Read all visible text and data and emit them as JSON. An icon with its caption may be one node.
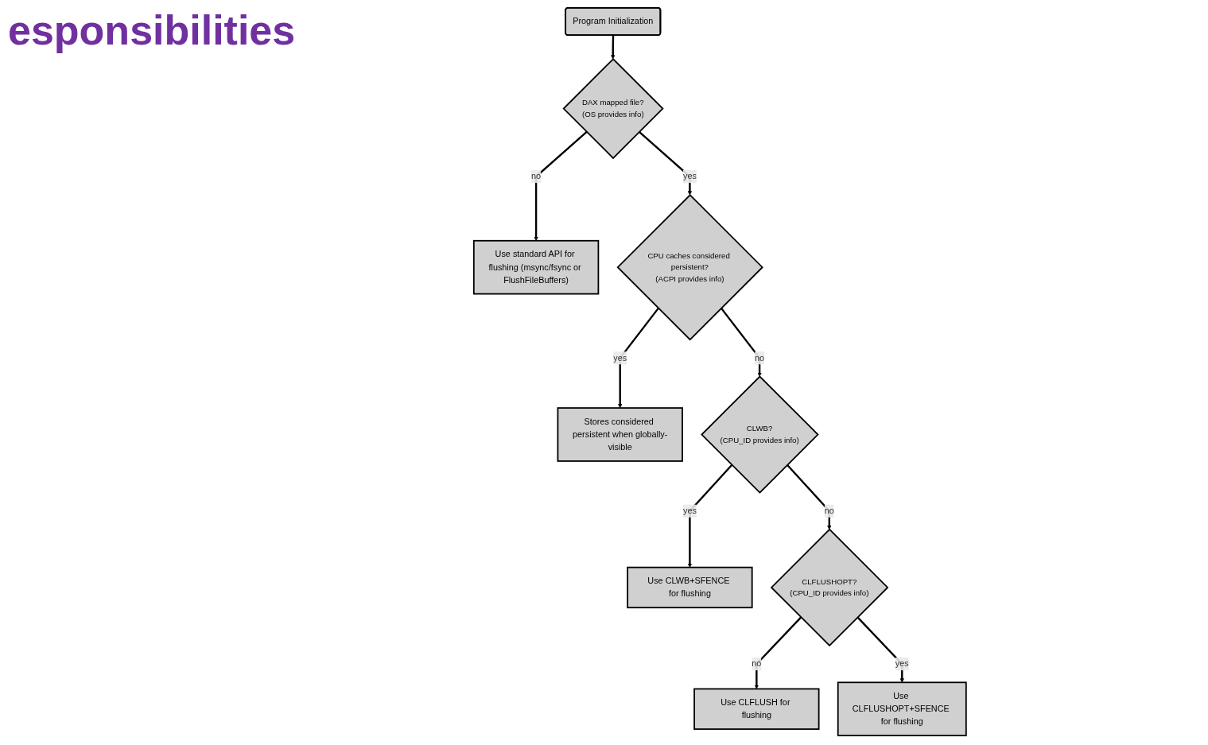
{
  "diagram": {
    "title": "esponsibilities",
    "nodes": [
      {
        "text": [
          "Program Initialization"
        ]
      },
      {
        "text": [
          "DAX mapped file?",
          "(OS provides info)"
        ]
      },
      {
        "text": [
          "Use standard API for flushing (msync/fsync or FlushFileBuffers)"
        ]
      },
      {
        "text": [
          "CPU caches considered persistent?",
          "(ACPI provides info)"
        ]
      },
      {
        "text": [
          "Stores considered persistent when globally-visible"
        ]
      },
      {
        "text": [
          "CLWB?",
          "(CPU_ID provides info)"
        ]
      },
      {
        "text": [
          "Use CLWB+SFENCE for flushing"
        ]
      },
      {
        "text": [
          "CLFLUSHOPT?",
          "(CPU_ID provides info)"
        ]
      },
      {
        "text": [
          "Use CLFLUSH for flushing"
        ]
      },
      {
        "text": [
          "Use CLFLUSHOPT+SFENCE for flushing"
        ]
      }
    ],
    "edges": [
      {
        "from": 0,
        "to": 1,
        "arrow": "to"
      },
      {
        "from": 1,
        "to": 2,
        "arrow": "to",
        "label": "no"
      },
      {
        "from": 1,
        "to": 3,
        "arrow": "to",
        "label": "yes"
      },
      {
        "from": 3,
        "to": 5,
        "arrow": "to",
        "label": "no"
      },
      {
        "from": 3,
        "to": 4,
        "arrow": "to",
        "label": "yes"
      },
      {
        "from": 5,
        "to": 7,
        "arrow": "to",
        "label": "no"
      },
      {
        "from": 5,
        "to": 6,
        "arrow": "to",
        "label": "yes"
      },
      {
        "from": 7,
        "to": 8,
        "arrow": "to",
        "label": "no"
      },
      {
        "from": 7,
        "to": 9,
        "arrow": "to",
        "label": "yes"
      }
    ]
  }
}
